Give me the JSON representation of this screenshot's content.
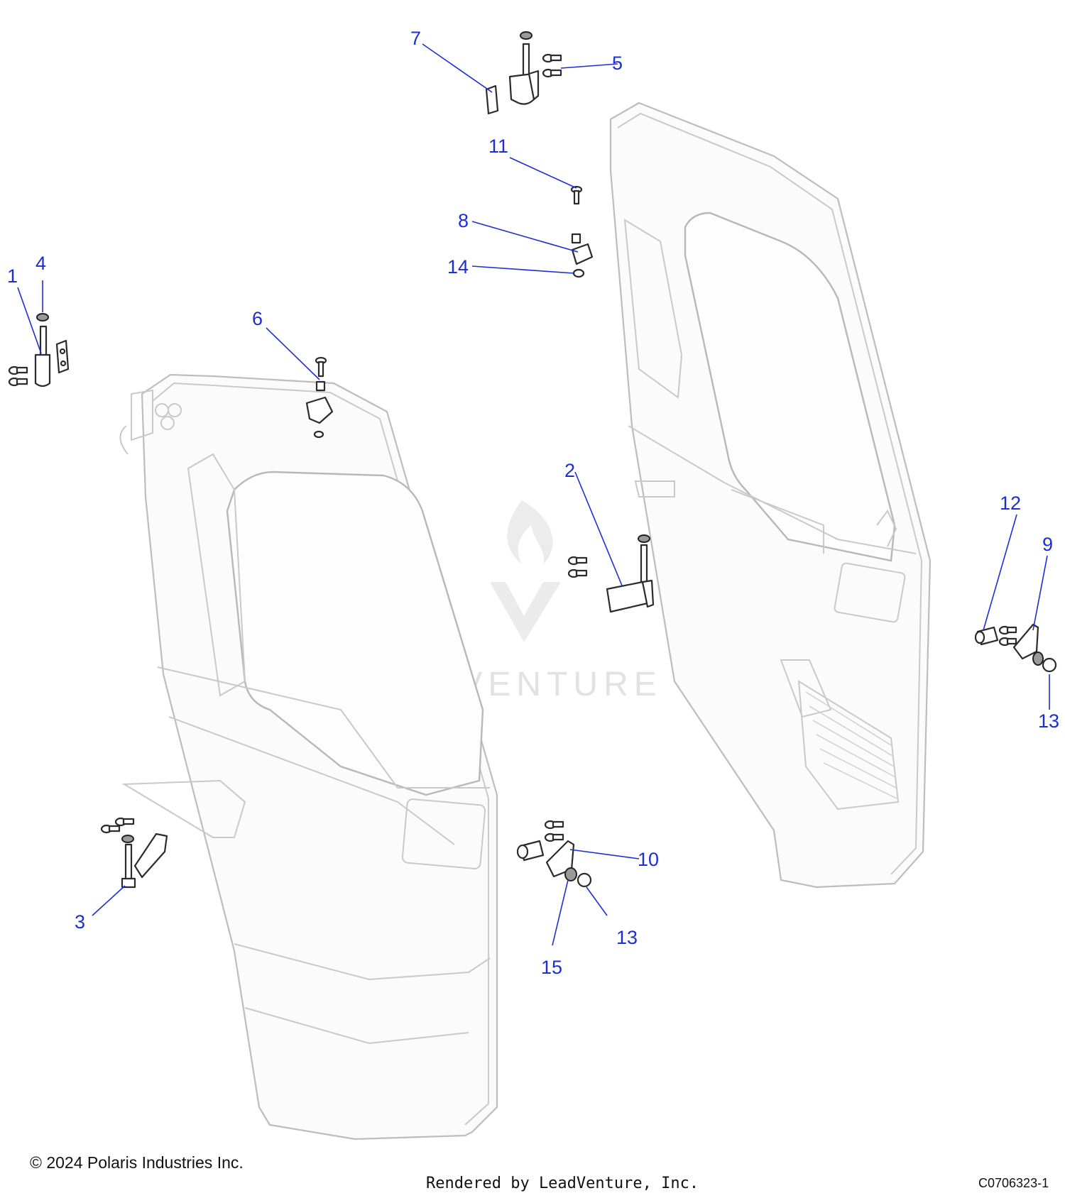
{
  "colors": {
    "callout": "#1a2fd6",
    "line_art": "#2b2b2b",
    "door_ghost": "#bdbdbd",
    "watermark": "#e2e2e2"
  },
  "watermark": {
    "brand": "LEADVENTURE",
    "icon": "flame-v-logo-icon"
  },
  "callouts": [
    {
      "id": "c1",
      "label": "1"
    },
    {
      "id": "c2",
      "label": "2"
    },
    {
      "id": "c3",
      "label": "3"
    },
    {
      "id": "c4",
      "label": "4"
    },
    {
      "id": "c5",
      "label": "5"
    },
    {
      "id": "c6",
      "label": "6"
    },
    {
      "id": "c7",
      "label": "7"
    },
    {
      "id": "c8",
      "label": "8"
    },
    {
      "id": "c9",
      "label": "9"
    },
    {
      "id": "c10",
      "label": "10"
    },
    {
      "id": "c11",
      "label": "11"
    },
    {
      "id": "c12",
      "label": "12"
    },
    {
      "id": "c13a",
      "label": "13"
    },
    {
      "id": "c13b",
      "label": "13"
    },
    {
      "id": "c14",
      "label": "14"
    },
    {
      "id": "c15",
      "label": "15"
    }
  ],
  "footer": {
    "copyright": "© 2024 Polaris Industries Inc.",
    "rendered_by": "Rendered by LeadVenture, Inc.",
    "figure_id": "C0706323-1"
  }
}
